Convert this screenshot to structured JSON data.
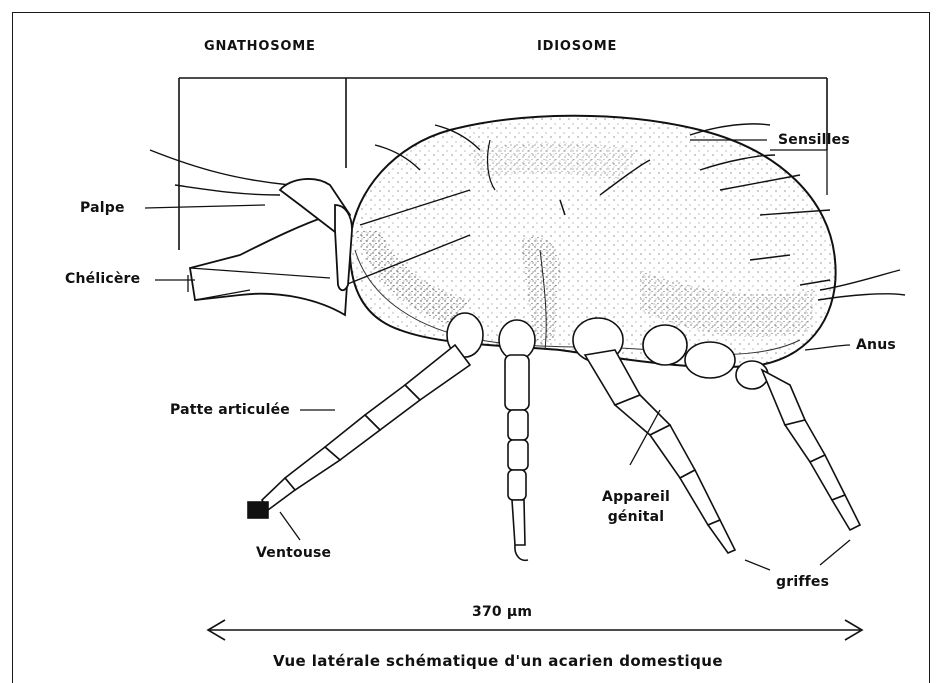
{
  "headers": {
    "gnathosome": "GNATHOSOME",
    "idiosome": "IDIOSOME"
  },
  "labels": {
    "sensilles": "Sensilles",
    "palpe": "Palpe",
    "chelicere": "Chélicère",
    "anus": "Anus",
    "patte": "Patte articulée",
    "appareil_line1": "Appareil",
    "appareil_line2": "génital",
    "ventouse": "Ventouse",
    "griffes": "griffes"
  },
  "scale": {
    "text": "370 µm"
  },
  "caption": "Vue latérale schématique d'un acarien domestique"
}
